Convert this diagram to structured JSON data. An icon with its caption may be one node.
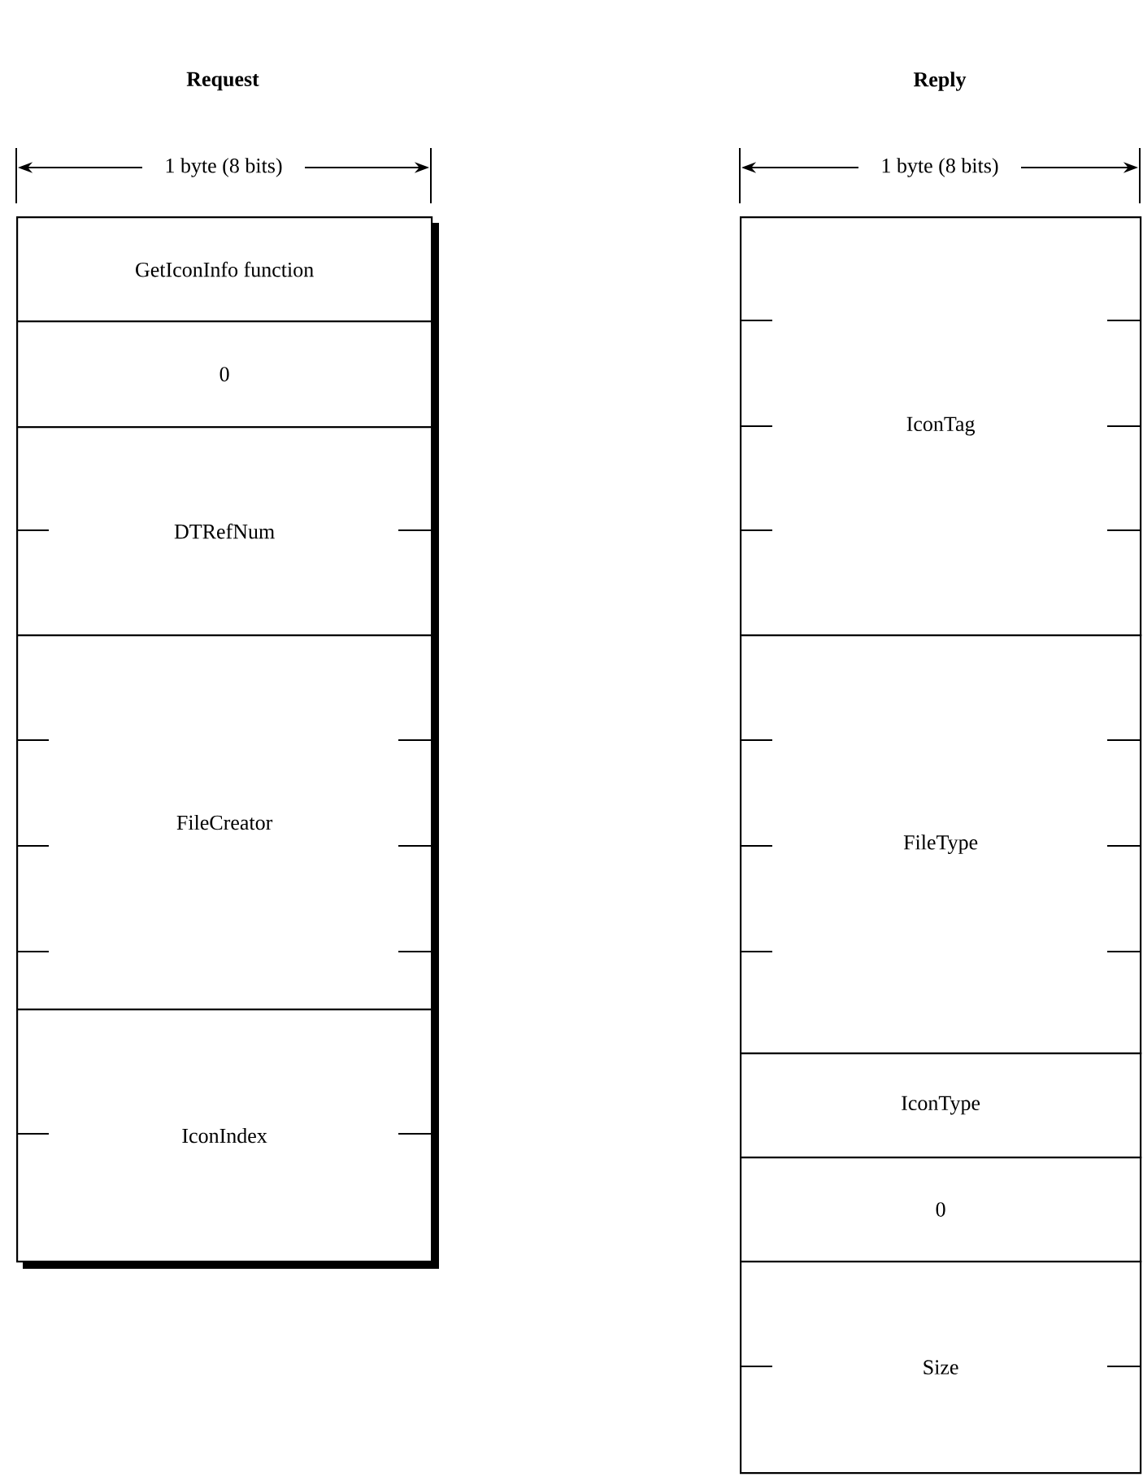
{
  "diagram": {
    "nodes": [
      {
        "text": [
          "GetIconInfo function"
        ]
      },
      {
        "text": [
          "0"
        ]
      },
      {
        "text": [
          "DTRefNum"
        ]
      },
      {
        "text": [
          "FileCreator"
        ]
      },
      {
        "text": [
          "IconIndex"
        ]
      },
      {
        "text": [
          "IconTag"
        ]
      },
      {
        "text": [
          "FileType"
        ]
      },
      {
        "text": [
          "IconType"
        ]
      },
      {
        "text": [
          "0"
        ]
      },
      {
        "text": [
          "Size"
        ]
      }
    ],
    "labels": [
      "Request",
      "1 byte (8 bits)",
      "Reply",
      "1 byte (8 bits)"
    ]
  }
}
